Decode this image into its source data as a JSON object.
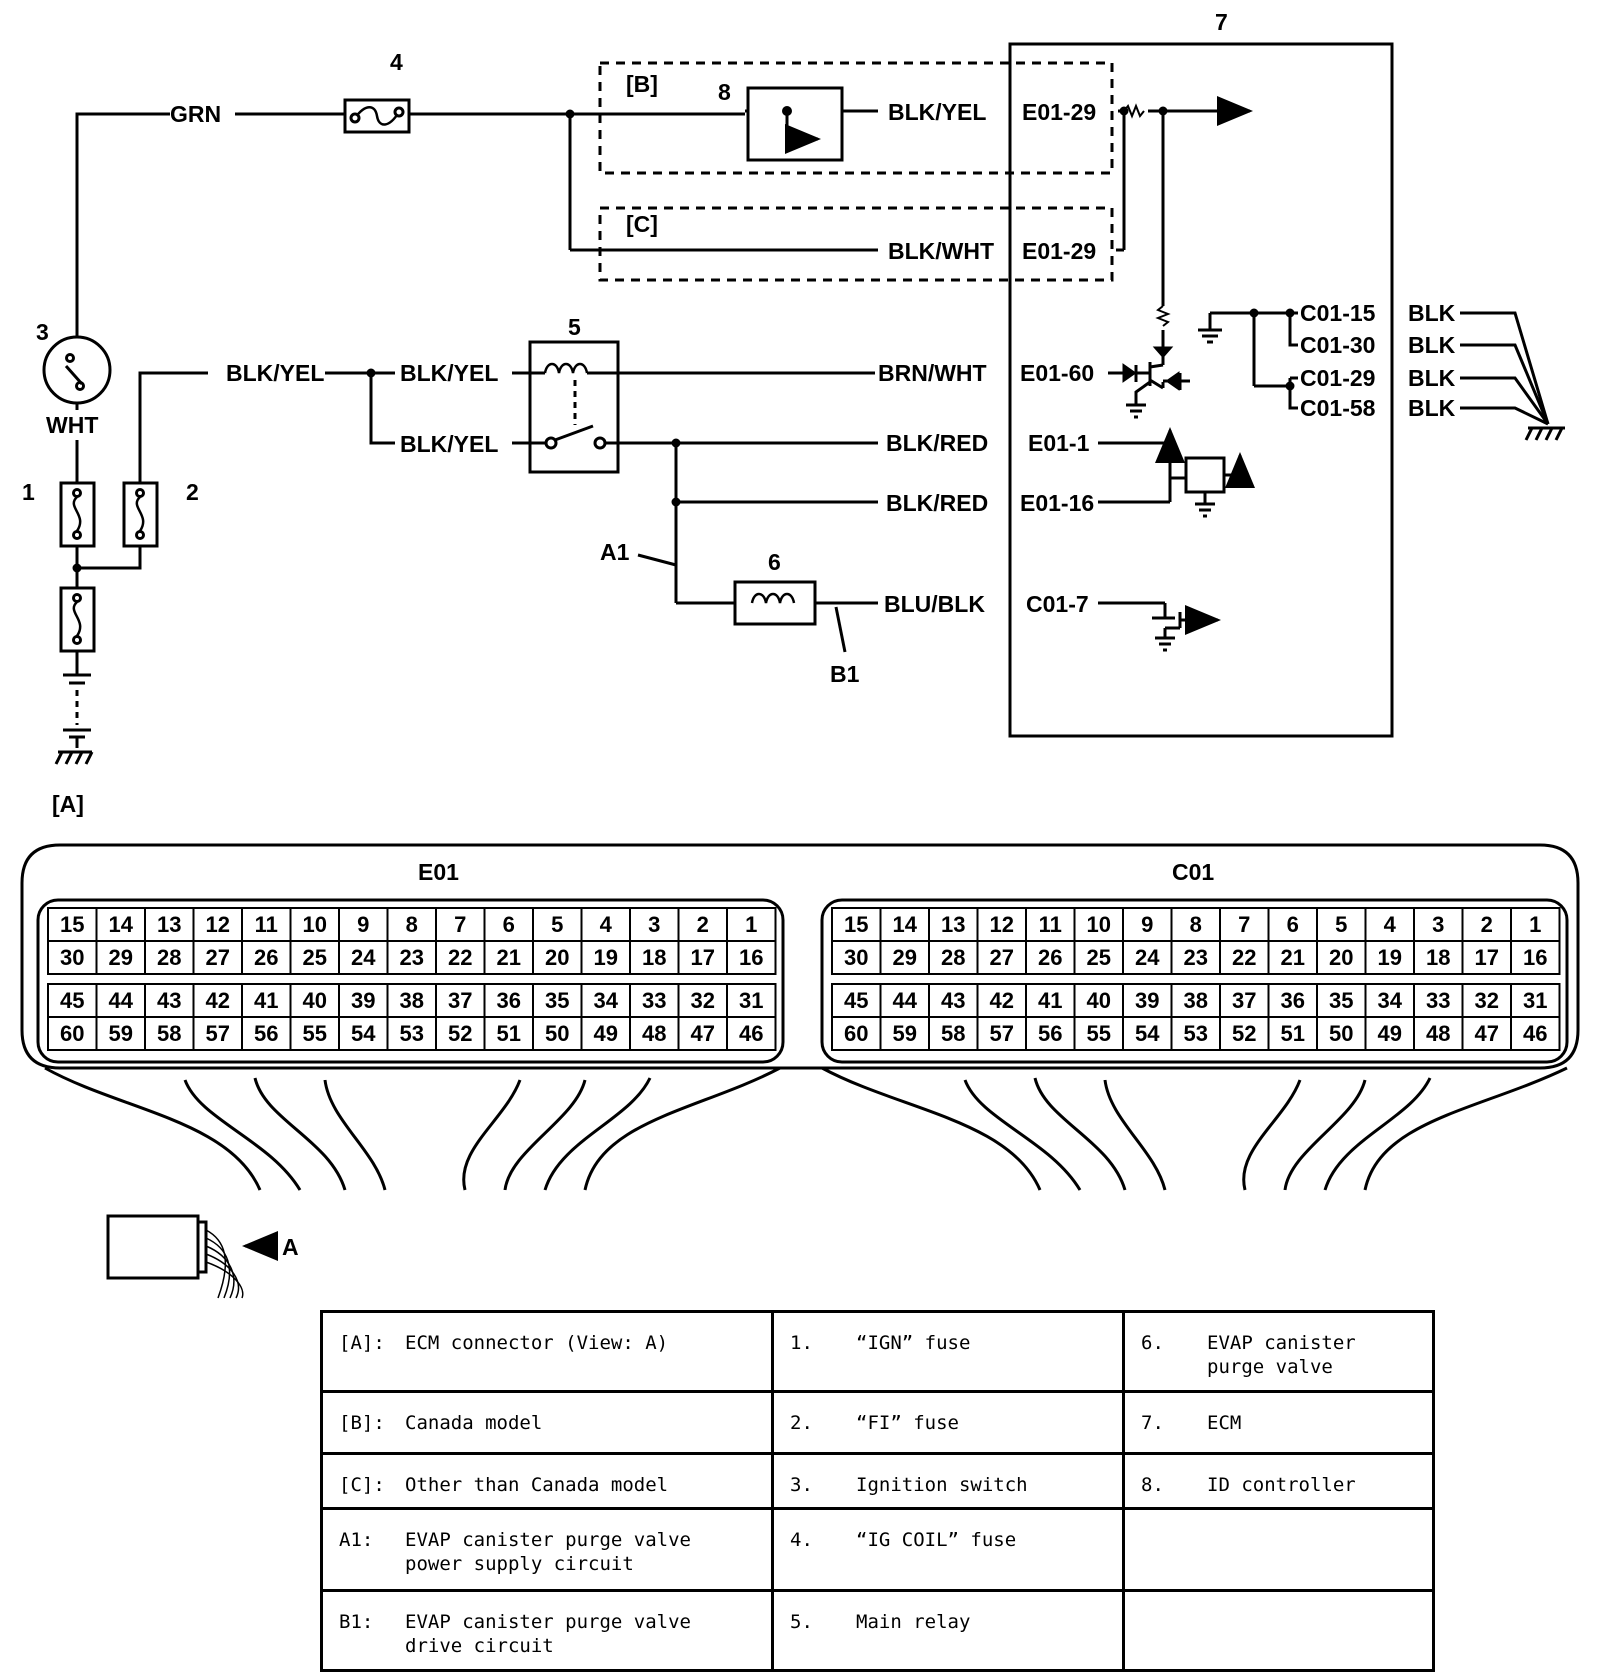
{
  "schematic": {
    "ecm_number": "7",
    "wires": {
      "grn": "GRN",
      "blk_yel_top": "BLK/YEL",
      "blk_wht": "BLK/WHT",
      "blk_yel_left": "BLK/YEL",
      "blk_yel_relay_a": "BLK/YEL",
      "blk_yel_relay_b": "BLK/YEL",
      "brn_wht": "BRN/WHT",
      "blk_red_1": "BLK/RED",
      "blk_red_2": "BLK/RED",
      "blu_blk": "BLU/BLK",
      "blk_1": "BLK",
      "blk_2": "BLK",
      "blk_3": "BLK",
      "blk_4": "BLK",
      "wht": "WHT"
    },
    "terminals": {
      "e01_29_b": "E01-29",
      "e01_29_c": "E01-29",
      "e01_60": "E01-60",
      "e01_1": "E01-1",
      "e01_16": "E01-16",
      "c01_7": "C01-7",
      "c01_15": "C01-15",
      "c01_30": "C01-30",
      "c01_29": "C01-29",
      "c01_58": "C01-58"
    },
    "labels": {
      "n1": "1",
      "n2": "2",
      "n3": "3",
      "n4": "4",
      "n5": "5",
      "n6": "6",
      "n8": "8",
      "box_b": "[B]",
      "box_c": "[C]",
      "a_tag": "[A]",
      "a1": "A1",
      "b1": "B1"
    }
  },
  "connectors": {
    "view_arrow_label": "A",
    "e01": {
      "title": "E01",
      "rows": [
        [
          "15",
          "14",
          "13",
          "12",
          "11",
          "10",
          "9",
          "8",
          "7",
          "6",
          "5",
          "4",
          "3",
          "2",
          "1"
        ],
        [
          "30",
          "29",
          "28",
          "27",
          "26",
          "25",
          "24",
          "23",
          "22",
          "21",
          "20",
          "19",
          "18",
          "17",
          "16"
        ],
        [
          "45",
          "44",
          "43",
          "42",
          "41",
          "40",
          "39",
          "38",
          "37",
          "36",
          "35",
          "34",
          "33",
          "32",
          "31"
        ],
        [
          "60",
          "59",
          "58",
          "57",
          "56",
          "55",
          "54",
          "53",
          "52",
          "51",
          "50",
          "49",
          "48",
          "47",
          "46"
        ]
      ]
    },
    "c01": {
      "title": "C01",
      "rows": [
        [
          "15",
          "14",
          "13",
          "12",
          "11",
          "10",
          "9",
          "8",
          "7",
          "6",
          "5",
          "4",
          "3",
          "2",
          "1"
        ],
        [
          "30",
          "29",
          "28",
          "27",
          "26",
          "25",
          "24",
          "23",
          "22",
          "21",
          "20",
          "19",
          "18",
          "17",
          "16"
        ],
        [
          "45",
          "44",
          "43",
          "42",
          "41",
          "40",
          "39",
          "38",
          "37",
          "36",
          "35",
          "34",
          "33",
          "32",
          "31"
        ],
        [
          "60",
          "59",
          "58",
          "57",
          "56",
          "55",
          "54",
          "53",
          "52",
          "51",
          "50",
          "49",
          "48",
          "47",
          "46"
        ]
      ]
    }
  },
  "legend": {
    "rows": [
      [
        {
          "key": "[A]:",
          "value": "ECM connector (View: A)"
        },
        {
          "key": "1.",
          "value": "“IGN” fuse"
        },
        {
          "key": "6.",
          "value": "EVAP canister purge valve"
        }
      ],
      [
        {
          "key": "[B]:",
          "value": "Canada model"
        },
        {
          "key": "2.",
          "value": "“FI” fuse"
        },
        {
          "key": "7.",
          "value": "ECM"
        }
      ],
      [
        {
          "key": "[C]:",
          "value": "Other than Canada model"
        },
        {
          "key": "3.",
          "value": "Ignition switch"
        },
        {
          "key": "8.",
          "value": "ID controller"
        }
      ],
      [
        {
          "key": "A1:",
          "value": "EVAP canister purge valve power supply circuit"
        },
        {
          "key": "4.",
          "value": "“IG COIL” fuse"
        },
        {
          "key": "",
          "value": ""
        }
      ],
      [
        {
          "key": "B1:",
          "value": "EVAP canister purge valve drive circuit"
        },
        {
          "key": "5.",
          "value": "Main relay"
        },
        {
          "key": "",
          "value": ""
        }
      ]
    ]
  }
}
